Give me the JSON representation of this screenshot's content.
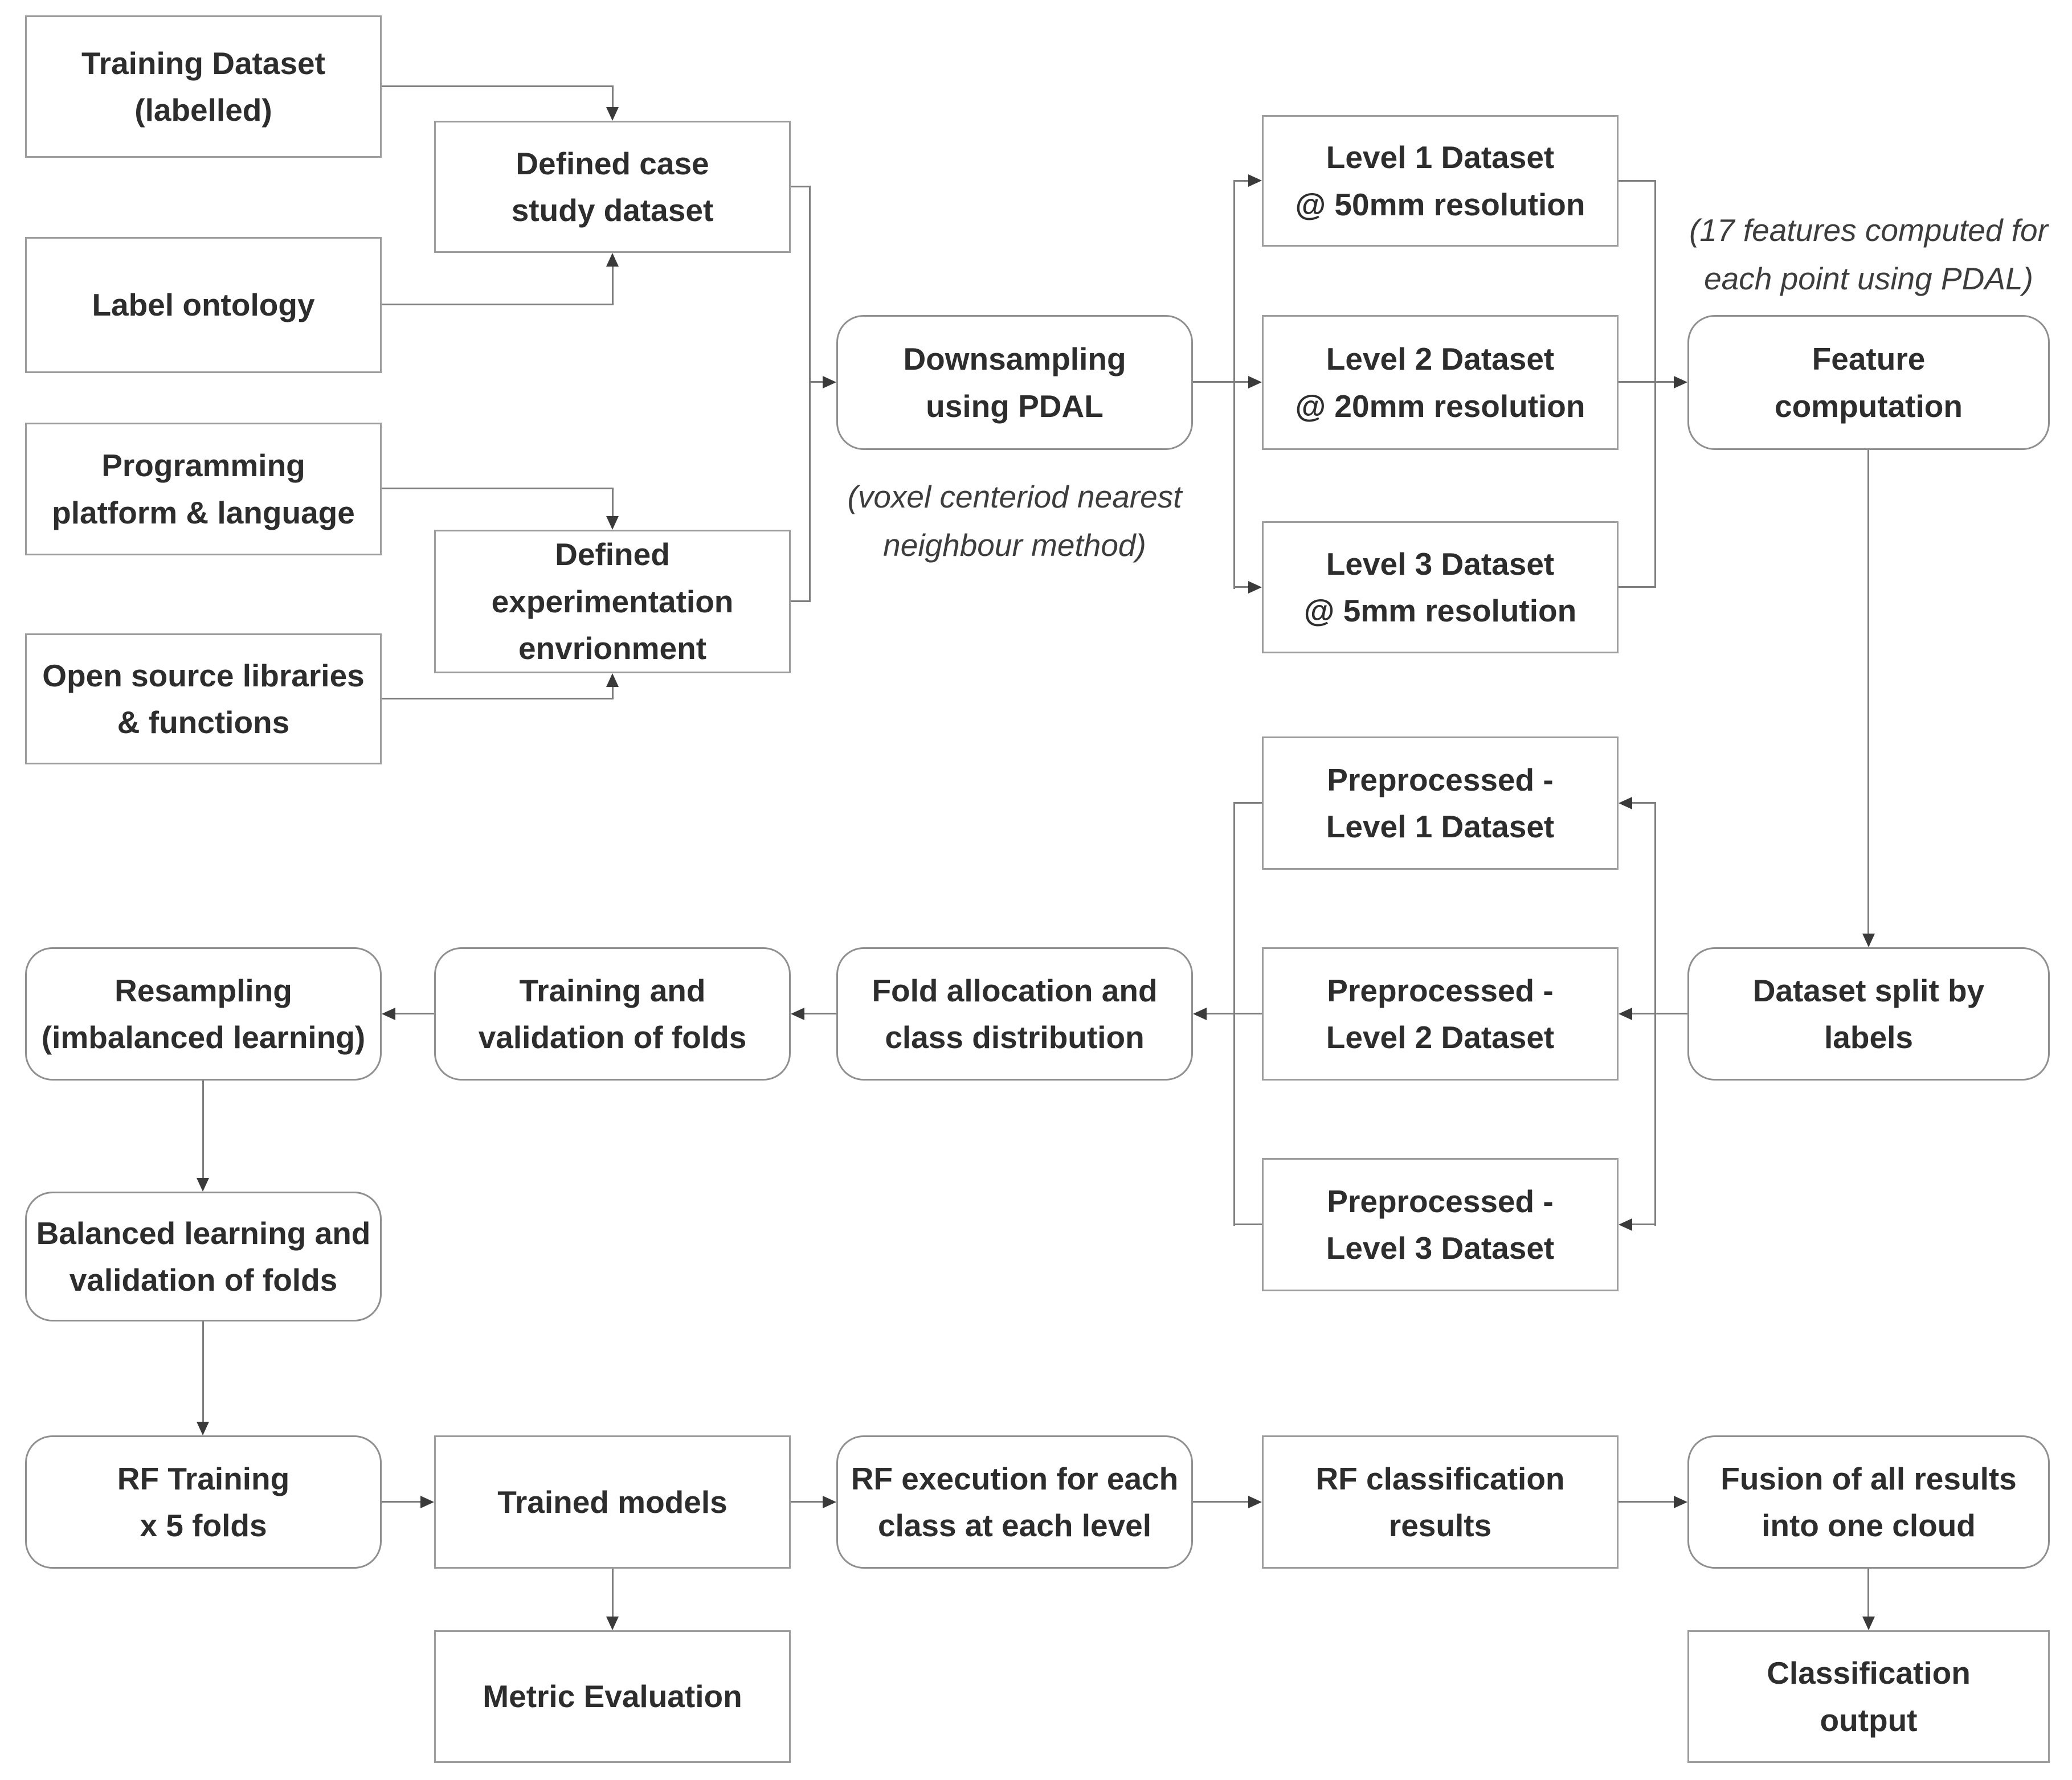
{
  "diagram": {
    "nodes": {
      "training_dataset": {
        "label": "Training Dataset\n(labelled)"
      },
      "label_ontology": {
        "label": "Label ontology"
      },
      "programming_platform": {
        "label": "Programming\nplatform & language"
      },
      "open_source_libraries": {
        "label": "Open source libraries\n& functions"
      },
      "defined_case_study": {
        "label": "Defined case\nstudy dataset"
      },
      "defined_experimentation": {
        "label": "Defined\nexperimentation\nenvrionment"
      },
      "downsampling_pdal": {
        "label": "Downsampling\nusing PDAL"
      },
      "level1_dataset": {
        "label": "Level 1 Dataset\n@ 50mm resolution"
      },
      "level2_dataset": {
        "label": "Level 2 Dataset\n@ 20mm resolution"
      },
      "level3_dataset": {
        "label": "Level 3 Dataset\n@ 5mm resolution"
      },
      "feature_computation": {
        "label": "Feature\ncomputation"
      },
      "preprocessed_level1": {
        "label": "Preprocessed -\nLevel 1 Dataset"
      },
      "preprocessed_level2": {
        "label": "Preprocessed -\nLevel 2 Dataset"
      },
      "preprocessed_level3": {
        "label": "Preprocessed -\nLevel 3 Dataset"
      },
      "dataset_split": {
        "label": "Dataset split by\nlabels"
      },
      "fold_allocation": {
        "label": "Fold allocation and\nclass distribution"
      },
      "training_validation": {
        "label": "Training and\nvalidation of folds"
      },
      "resampling": {
        "label": "Resampling\n(imbalanced learning)"
      },
      "balanced_learning": {
        "label": "Balanced learning and\nvalidation of folds"
      },
      "rf_training": {
        "label": "RF Training\nx 5 folds"
      },
      "trained_models": {
        "label": "Trained models"
      },
      "rf_execution": {
        "label": "RF execution for each\nclass at each level"
      },
      "rf_classification": {
        "label": "RF classification\nresults"
      },
      "fusion_results": {
        "label": "Fusion of all results\ninto one cloud"
      },
      "classification_output": {
        "label": "Classification\noutput"
      },
      "metric_evaluation": {
        "label": "Metric Evaluation"
      }
    },
    "notes": {
      "voxel_method": {
        "label": "(voxel centeriod nearest\nneighbour method)"
      },
      "features_pdal": {
        "label": "(17 features computed for\neach point using PDAL)"
      }
    },
    "colors": {
      "background": "#ffffff",
      "box_border": "#9d9d9d",
      "rounded_border": "#8f8f8f",
      "text": "#2d2d2d",
      "line": "#7e7e7e",
      "arrow": "#3a3a3a"
    }
  }
}
